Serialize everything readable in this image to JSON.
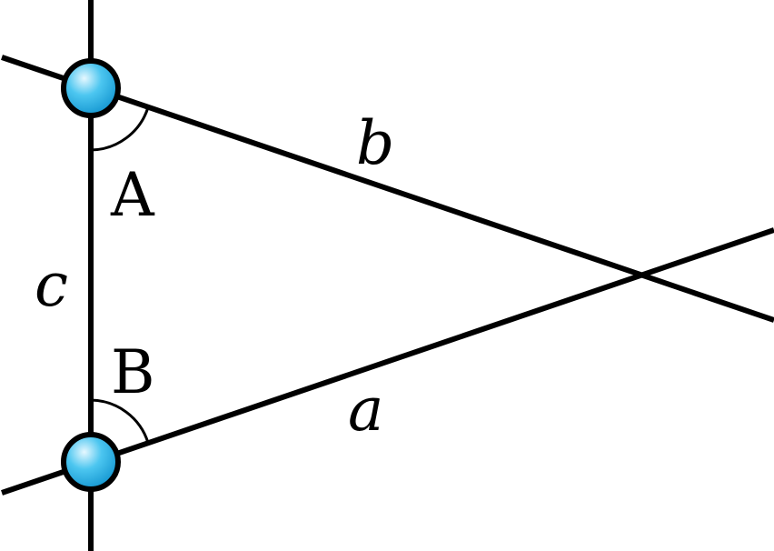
{
  "labels": {
    "side_a": "a",
    "side_b": "b",
    "side_c": "c",
    "angle_A": "A",
    "angle_B": "B"
  },
  "colors": {
    "line": "#000000",
    "point_fill": "#29b6ea",
    "point_highlight": "#d9f4ff",
    "background": "#ffffff"
  }
}
